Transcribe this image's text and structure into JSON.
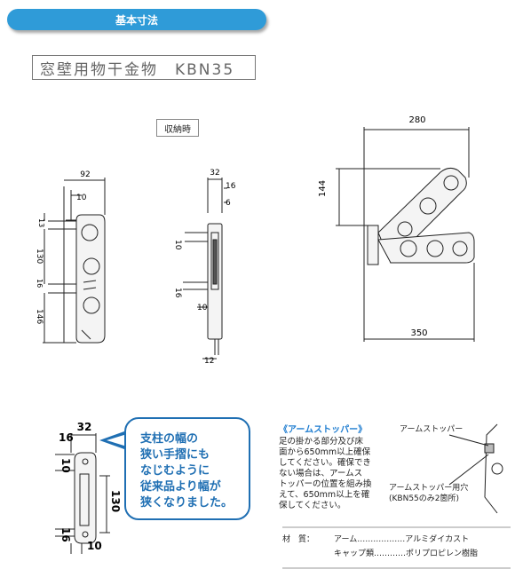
{
  "header": {
    "title": "基本寸法"
  },
  "product": {
    "name": "窓壁用物干金物　KBN35"
  },
  "stow_label": "収納時",
  "dims": {
    "side": {
      "width": "92",
      "offset": "10",
      "top": "13",
      "mid": "130",
      "hole": "16",
      "bottom": "146"
    },
    "front": {
      "width": "32",
      "top": "16",
      "gap": "6",
      "a": "10",
      "b": "16",
      "c": "10",
      "foot": "12"
    },
    "extended": {
      "width": "280",
      "rise": "144",
      "length": "350"
    },
    "detail": {
      "width": "32",
      "left": "16",
      "a": "10",
      "mid": "130",
      "b": "16",
      "c": "10"
    }
  },
  "callout": {
    "lines": [
      "支柱の幅の",
      "狭い手摺にも",
      "なじむように",
      "従来品より幅が",
      "狭くなりました。"
    ]
  },
  "stopper": {
    "heading": "《アームストッパー》",
    "lines": [
      "足の掛かる部分及び床",
      "面から650mm以上確保",
      "してください。確保でき",
      "ない場合は、アームス",
      "トッパーの位置を組み換",
      "えて、650mm以上を確",
      "保してください。"
    ],
    "label_top": "アームストッパー",
    "label_hole": "アームストッパー用穴",
    "label_hole_note": "(KBN55のみ2箇所)"
  },
  "material": {
    "row1_key": "材　質：",
    "row1_part": "アーム",
    "row1_dots": "………………",
    "row1_value": "アルミダイカスト",
    "row2_part": "キャップ類",
    "row2_dots": "…………",
    "row2_value": "ポリプロピレン樹脂"
  },
  "colors": {
    "accent": "#2f9bd8",
    "callout": "#1f6fb3",
    "stopper_heading": "#1f7dd0"
  }
}
